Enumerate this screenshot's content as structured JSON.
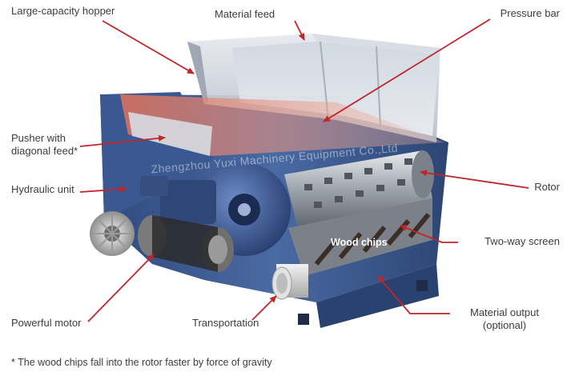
{
  "labels": {
    "hopper": "Large-capacity hopper",
    "feed": "Material feed",
    "pressure_bar": "Pressure bar",
    "pusher_line1": "Pusher with",
    "pusher_line2": "diagonal feed*",
    "hydraulic": "Hydraulic unit",
    "rotor": "Rotor",
    "wood_chips": "Wood chips",
    "screen": "Two-way screen",
    "motor": "Powerful motor",
    "transport": "Transportation",
    "output_line1": "Material output",
    "output_line2": "(optional)"
  },
  "watermark": "Zhengzhou Yuxi Machinery Equipment Co.,Ltd",
  "footnote": "* The wood chips fall into the rotor faster by force of gravity",
  "colors": {
    "arrow": "#c0252a",
    "frame_blue": "#3f5c93",
    "text": "#3c3c3c"
  }
}
